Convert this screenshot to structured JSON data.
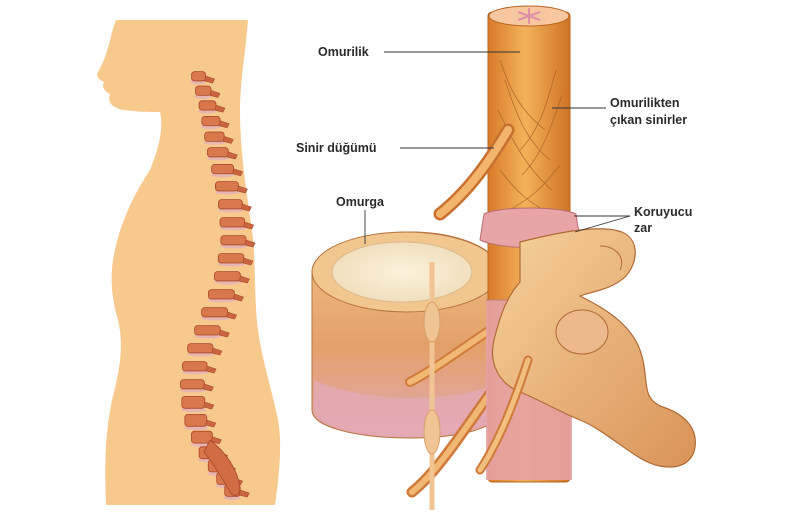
{
  "labels": {
    "spinal_cord": "Omurilik",
    "nerves_line1": "Omurilikten",
    "nerves_line2": "çıkan sinirler",
    "ganglion": "Sinir düğümü",
    "vertebra": "Omurga",
    "membrane_line1": "Koruyucu",
    "membrane_line2": "zar"
  },
  "colors": {
    "background": "#ffffff",
    "body_silhouette": "#f7c98d",
    "spine_bone": "#d9774d",
    "spine_disc": "#e8b6b0",
    "cord": "#e99a40",
    "bone_light": "#f2c48a",
    "bone_mid": "#e2a266",
    "disc_pink": "#e7a9b3",
    "label_text": "#2a2a2a"
  }
}
